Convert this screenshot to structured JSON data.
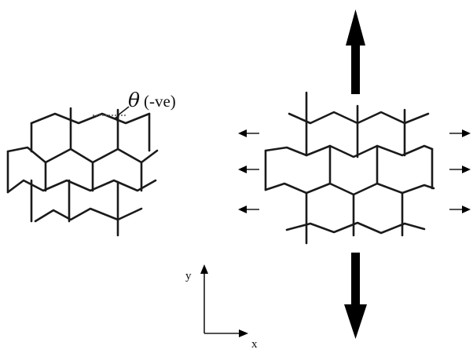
{
  "annotation": {
    "angle_symbol": "θ",
    "angle_note": "(-ve)"
  },
  "axes": {
    "x_label": "x",
    "y_label": "y"
  }
}
